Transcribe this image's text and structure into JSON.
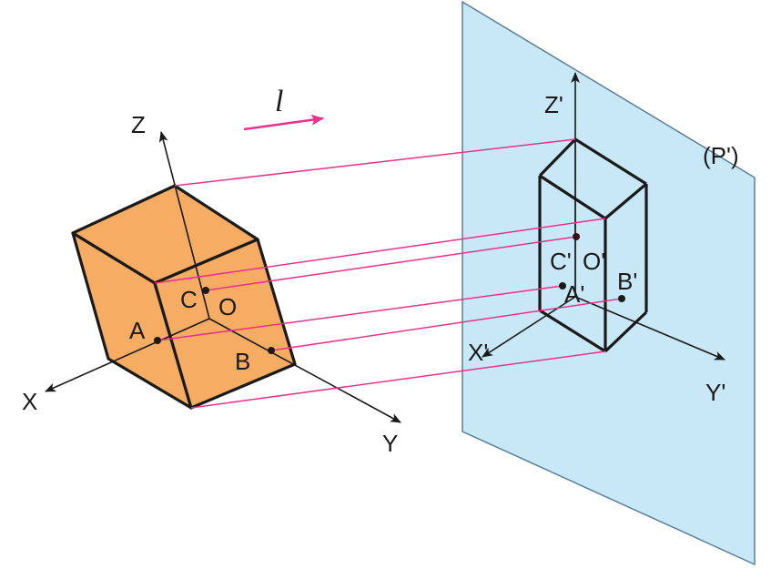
{
  "direction_label": "l",
  "plane_label": "(P')",
  "axes": {
    "x": "X",
    "y": "Y",
    "z": "Z"
  },
  "projected_axes": {
    "x": "X'",
    "y": "Y'",
    "z": "Z'"
  },
  "points": {
    "a": "A",
    "b": "B",
    "c": "C",
    "o": "O"
  },
  "projected_points": {
    "a": "A'",
    "b": "B'",
    "c": "C'",
    "o": "O'"
  },
  "colors": {
    "cube_fill": "#f6ad63",
    "plane_fill": "#c8e8f8",
    "projection_lines": "#e8338a",
    "outline": "#1a1a1a"
  }
}
